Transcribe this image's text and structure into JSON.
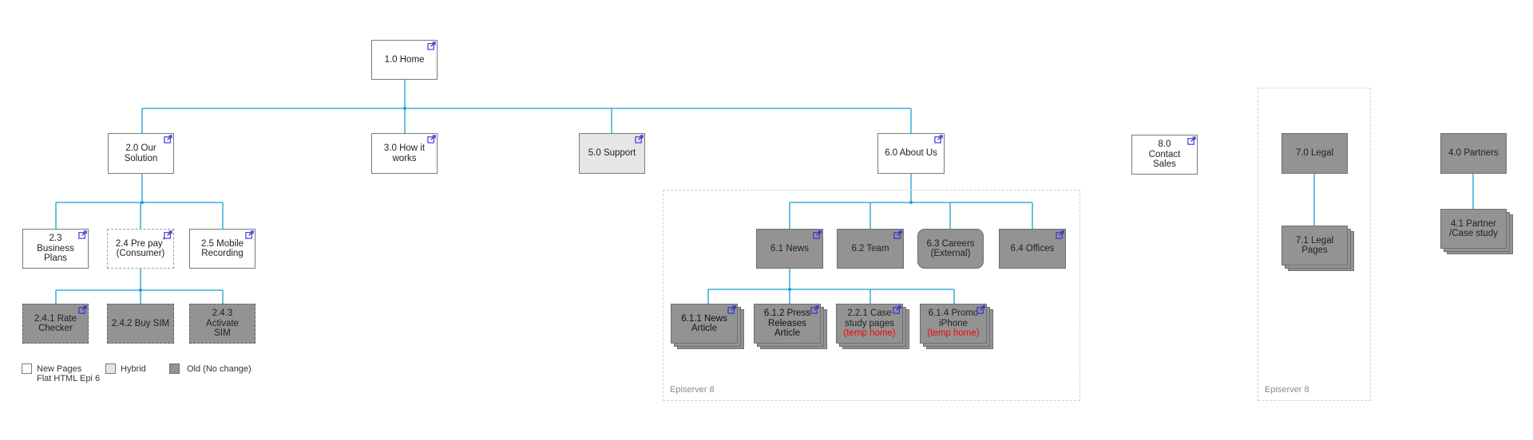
{
  "nodes": {
    "home": "1.0 Home",
    "our_solution": "2.0 Our Solution",
    "how_it_works": "3.0 How it works",
    "support": "5.0 Support",
    "about_us": "6.0 About Us",
    "contact_sales": "8.0 Contact Sales",
    "legal": "7.0 Legal",
    "partners": "4.0 Partners",
    "business_plans": "2.3 Business Plans",
    "pre_pay": "2.4 Pre pay",
    "pre_pay_sub": "(Consumer)",
    "pre_pay_mark": "*",
    "mobile_recording": "2.5 Mobile Recording",
    "rate_checker": "2.4.1 Rate Checker",
    "buy_sim": "2.4.2 Buy SIM",
    "activate_sim": "2.4.3 Activate SIM",
    "news": "6.1 News",
    "team": "6.2 Team",
    "careers": "6.3 Careers (External)",
    "offices": "6.4 Offices",
    "news_article": "6.1.1 News Article",
    "press_releases": "6.1.2 Press Releases Article",
    "case_study": "2.2.1 Case study pages",
    "case_study_note": "(temp home)",
    "promo_iphone": "6.1.4 Promo iPhone",
    "promo_iphone_note": "(temp home)",
    "legal_pages": "7.1 Legal Pages",
    "partner_case_study": "4.1 Partner /Case study"
  },
  "regions": {
    "episerver_about": "Episerver 8",
    "episerver_legal": "Episerver 8"
  },
  "legend": {
    "new_pages": "New Pages",
    "flat_html": "Flat HTML Epi 6",
    "hybrid": "Hybrid",
    "old": "Old (No change)"
  },
  "colors": {
    "connector": "#1a9fd1",
    "old_fill": "#939393",
    "hybrid_fill": "#e6e6e6",
    "new_fill": "#ffffff",
    "link_icon": "#2b2bd6",
    "note_red": "#ff0000"
  },
  "icons": {
    "link": "external-link-icon"
  }
}
